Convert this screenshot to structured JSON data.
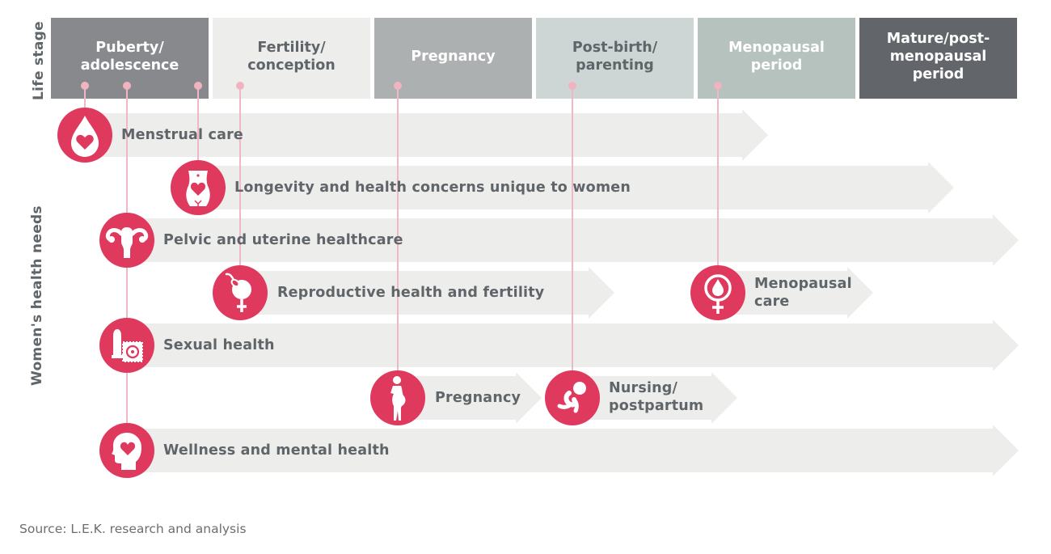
{
  "axes": {
    "life_stage_label": "Life stage",
    "needs_label": "Women's health needs"
  },
  "colors": {
    "accent": "#e0395e",
    "marker": "#f2b3c1",
    "arrow_fill": "#edeeec",
    "text": "#5f6569"
  },
  "stages": [
    {
      "label": "Puberty/\nadolescence",
      "bg": "#87898c",
      "fg": "#ffffff"
    },
    {
      "label": "Fertility/\nconception",
      "bg": "#edeeec",
      "fg": "#5f6569"
    },
    {
      "label": "Pregnancy",
      "bg": "#adb0b0",
      "fg": "#ffffff"
    },
    {
      "label": "Post-birth/\nparenting",
      "bg": "#ced6d5",
      "fg": "#5f6569"
    },
    {
      "label": "Menopausal\nperiod",
      "bg": "#b6c2bd",
      "fg": "#ffffff"
    },
    {
      "label": "Mature/post-\nmenopausal\nperiod",
      "bg": "#626569",
      "fg": "#ffffff"
    }
  ],
  "needs": [
    {
      "label": "Menstrual care",
      "icon": "blood-drop-heart-icon",
      "start_stage": "Puberty/adolescence",
      "end": "Menopausal period"
    },
    {
      "label": "Longevity and health concerns unique to women",
      "icon": "female-torso-heart-icon",
      "start_stage": "Puberty/adolescence",
      "end": "Mature/post-menopausal period"
    },
    {
      "label": "Pelvic and uterine healthcare",
      "icon": "uterus-icon",
      "start_stage": "Puberty/adolescence",
      "end": "Mature/post-menopausal period"
    },
    {
      "label": "Reproductive health and fertility",
      "icon": "sperm-egg-venus-icon",
      "start_stage": "Fertility/conception",
      "end": "Post-birth/parenting"
    },
    {
      "label": "Menopausal\ncare",
      "icon": "venus-drop-icon",
      "start_stage": "Menopausal period",
      "end": "Menopausal period"
    },
    {
      "label": "Sexual health",
      "icon": "condom-icon",
      "start_stage": "Puberty/adolescence",
      "end": "Mature/post-menopausal period"
    },
    {
      "label": "Pregnancy",
      "icon": "pregnant-woman-icon",
      "start_stage": "Pregnancy",
      "end": "Pregnancy"
    },
    {
      "label": "Nursing/\npostpartum",
      "icon": "baby-icon",
      "start_stage": "Post-birth/parenting",
      "end": "Post-birth/parenting"
    },
    {
      "label": "Wellness and mental health",
      "icon": "head-heart-icon",
      "start_stage": "Puberty/adolescence",
      "end": "Mature/post-menopausal period"
    }
  ],
  "footer": {
    "source": "Source: L.E.K. research and analysis"
  }
}
